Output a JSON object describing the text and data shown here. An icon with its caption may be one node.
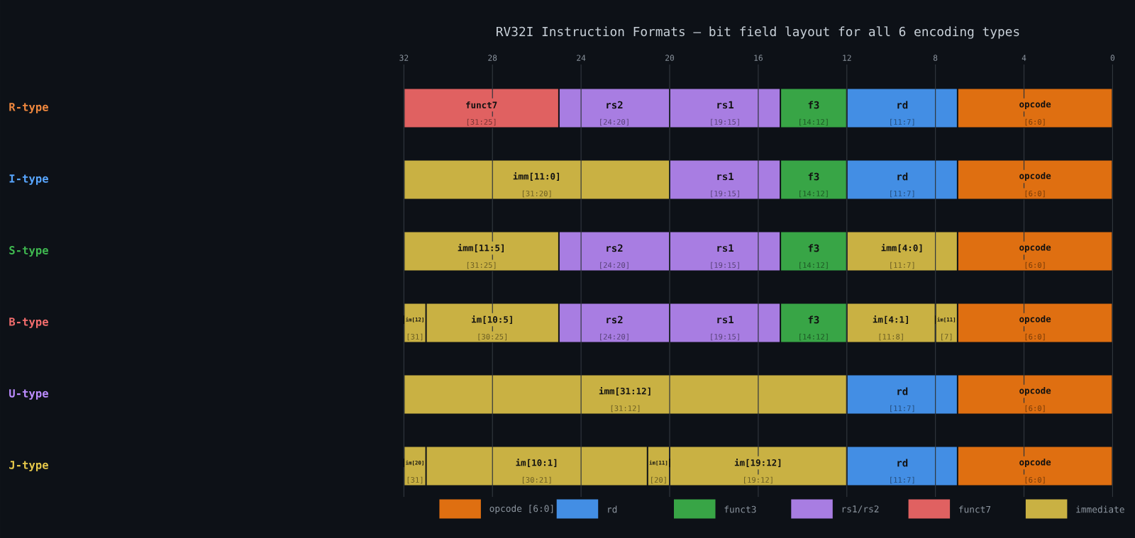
{
  "diagram": {
    "title": "RV32I Instruction Formats — bit field layout for all 6 encoding types",
    "nodes": [
      {
        "text": [
          "funct7",
          "[31:25]"
        ]
      },
      {
        "text": [
          "rs2",
          "[24:20]"
        ]
      },
      {
        "text": [
          "rs1",
          "[19:15]"
        ]
      },
      {
        "text": [
          "f3",
          "[14:12]"
        ]
      },
      {
        "text": [
          "rd",
          "[11:7]"
        ]
      },
      {
        "text": [
          "opcode",
          "[6:0]"
        ]
      },
      {
        "text": [
          "imm[11:0]",
          "[31:20]"
        ]
      },
      {
        "text": [
          "rs1",
          "[19:15]"
        ]
      },
      {
        "text": [
          "f3",
          "[14:12]"
        ]
      },
      {
        "text": [
          "rd",
          "[11:7]"
        ]
      },
      {
        "text": [
          "opcode",
          "[6:0]"
        ]
      },
      {
        "text": [
          "imm[11:5]",
          "[31:25]"
        ]
      },
      {
        "text": [
          "rs2",
          "[24:20]"
        ]
      },
      {
        "text": [
          "rs1",
          "[19:15]"
        ]
      },
      {
        "text": [
          "f3",
          "[14:12]"
        ]
      },
      {
        "text": [
          "imm[4:0]",
          "[11:7]"
        ]
      },
      {
        "text": [
          "opcode",
          "[6:0]"
        ]
      },
      {
        "text": [
          "im[12]",
          "[31]"
        ]
      },
      {
        "text": [
          "im[10:5]",
          "[30:25]"
        ]
      },
      {
        "text": [
          "rs2",
          "[24:20]"
        ]
      },
      {
        "text": [
          "rs1",
          "[19:15]"
        ]
      },
      {
        "text": [
          "f3",
          "[14:12]"
        ]
      },
      {
        "text": [
          "im[4:1]",
          "[11:8]"
        ]
      },
      {
        "text": [
          "im[11]",
          "[7]"
        ]
      },
      {
        "text": [
          "opcode",
          "[6:0]"
        ]
      },
      {
        "text": [
          "imm[31:12]",
          "[31:12]"
        ]
      },
      {
        "text": [
          "rd",
          "[11:7]"
        ]
      },
      {
        "text": [
          "opcode",
          "[6:0]"
        ]
      },
      {
        "text": [
          "im[20]",
          "[31]"
        ]
      },
      {
        "text": [
          "im[10:1]",
          "[30:21]"
        ]
      },
      {
        "text": [
          "im[11]",
          "[20]"
        ]
      },
      {
        "text": [
          "im[19:12]",
          "[19:12]"
        ]
      },
      {
        "text": [
          "rd",
          "[11:7]"
        ]
      },
      {
        "text": [
          "opcode",
          "[6:0]"
        ]
      }
    ],
    "labels": [
      "32",
      "28",
      "24",
      "20",
      "16",
      "12",
      "8",
      "4",
      "0",
      "R-type",
      "I-type",
      "S-type",
      "B-type",
      "U-type",
      "J-type"
    ],
    "legend": [
      {
        "text": "opcode [6:0]",
        "color": "#df6f11"
      },
      {
        "text": "rd",
        "color": "#438ee4"
      },
      {
        "text": "funct3",
        "color": "#38a546"
      },
      {
        "text": "rs1/rs2",
        "color": "#a87de2"
      },
      {
        "text": "funct7",
        "color": "#e06161"
      },
      {
        "text": "immediate",
        "color": "#c9b143"
      }
    ]
  }
}
